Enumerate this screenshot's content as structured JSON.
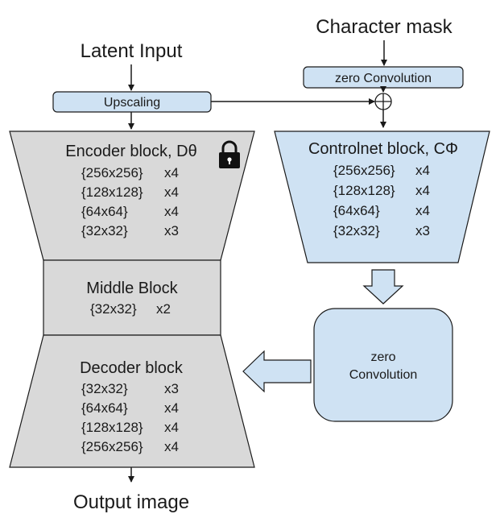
{
  "inputs": {
    "latent_input": "Latent Input",
    "character_mask": "Character mask"
  },
  "upscaling": {
    "label": "Upscaling"
  },
  "zero_conv_top": {
    "label": "zero Convolution"
  },
  "encoder": {
    "title": "Encoder block, Dθ",
    "rows": [
      {
        "size": "{256x256}",
        "mult": "x4"
      },
      {
        "size": "{128x128}",
        "mult": "x4"
      },
      {
        "size": "{64x64}",
        "mult": "x4"
      },
      {
        "size": "{32x32}",
        "mult": "x3"
      }
    ]
  },
  "middle": {
    "title": "Middle Block",
    "row": {
      "size": "{32x32}",
      "mult": "x2"
    }
  },
  "decoder": {
    "title": "Decoder block",
    "rows": [
      {
        "size": "{32x32}",
        "mult": "x3"
      },
      {
        "size": "{64x64}",
        "mult": "x4"
      },
      {
        "size": "{128x128}",
        "mult": "x4"
      },
      {
        "size": "{256x256}",
        "mult": "x4"
      }
    ]
  },
  "controlnet": {
    "title": "Controlnet block, CΦ",
    "rows": [
      {
        "size": "{256x256}",
        "mult": "x4"
      },
      {
        "size": "{128x128}",
        "mult": "x4"
      },
      {
        "size": "{64x64}",
        "mult": "x4"
      },
      {
        "size": "{32x32}",
        "mult": "x3"
      }
    ]
  },
  "zero_conv_bottom": {
    "line1": "zero",
    "line2": "Convolution"
  },
  "output": {
    "label": "Output image"
  },
  "colors": {
    "gray_fill": "#d9d9d9",
    "blue_fill": "#cfe2f3",
    "stroke": "#1a1a1a"
  },
  "icons": {
    "lock": "lock-icon",
    "sum": "plus-circle-icon"
  }
}
